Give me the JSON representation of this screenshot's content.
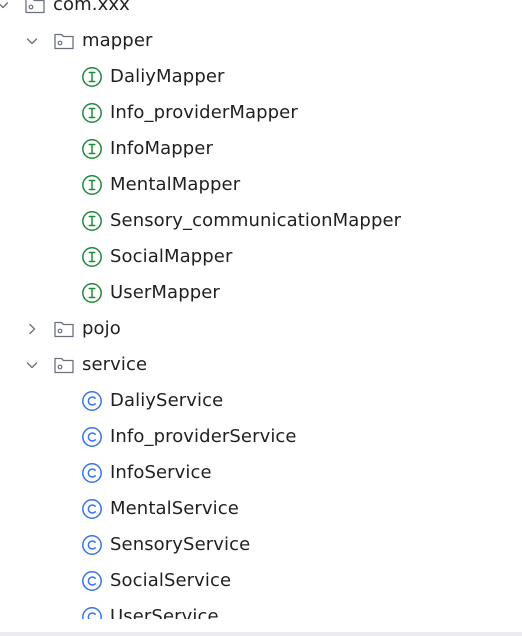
{
  "tree": {
    "root": {
      "label": "com.xxx",
      "expanded": true
    },
    "mapper_folder": {
      "label": "mapper",
      "expanded": true,
      "items": [
        {
          "label": "DaliyMapper",
          "icon": "interface-icon"
        },
        {
          "label": "Info_providerMapper",
          "icon": "interface-icon"
        },
        {
          "label": "InfoMapper",
          "icon": "interface-icon"
        },
        {
          "label": "MentalMapper",
          "icon": "interface-icon"
        },
        {
          "label": "Sensory_communicationMapper",
          "icon": "interface-icon"
        },
        {
          "label": "SocialMapper",
          "icon": "interface-icon"
        },
        {
          "label": "UserMapper",
          "icon": "interface-icon"
        }
      ]
    },
    "pojo_folder": {
      "label": "pojo",
      "expanded": false
    },
    "service_folder": {
      "label": "service",
      "expanded": true,
      "items": [
        {
          "label": "DaliyService",
          "icon": "class-icon"
        },
        {
          "label": "Info_providerService",
          "icon": "class-icon"
        },
        {
          "label": "InfoService",
          "icon": "class-icon"
        },
        {
          "label": "MentalService",
          "icon": "class-icon"
        },
        {
          "label": "SensoryService",
          "icon": "class-icon"
        },
        {
          "label": "SocialService",
          "icon": "class-icon"
        },
        {
          "label": "UserService",
          "icon": "class-icon"
        }
      ]
    }
  },
  "colors": {
    "text": "#1e1f22",
    "chevron": "#6c707e",
    "folder_outline": "#6c707e",
    "interface_icon": "#208a3c",
    "class_icon": "#3574f0",
    "background": "#ffffff"
  }
}
